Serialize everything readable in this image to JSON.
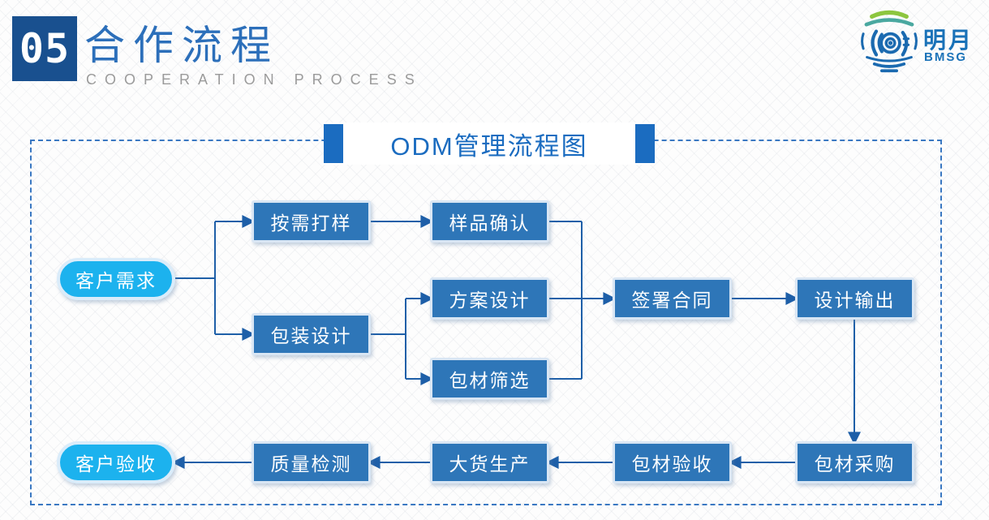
{
  "header": {
    "section_number": "05",
    "title_zh": "合作流程",
    "title_en": "COOPERATION PROCESS",
    "logo_text": "明月",
    "logo_sub": "BMSG"
  },
  "diagram": {
    "title": "ODM管理流程图",
    "nodes": [
      {
        "id": "customer-demand",
        "label": "客户需求",
        "shape": "pill"
      },
      {
        "id": "sample-on-demand",
        "label": "按需打样",
        "shape": "rect"
      },
      {
        "id": "sample-confirmation",
        "label": "样品确认",
        "shape": "rect"
      },
      {
        "id": "packaging-design",
        "label": "包装设计",
        "shape": "rect"
      },
      {
        "id": "scheme-design",
        "label": "方案设计",
        "shape": "rect"
      },
      {
        "id": "material-screening",
        "label": "包材筛选",
        "shape": "rect"
      },
      {
        "id": "contract-signing",
        "label": "签署合同",
        "shape": "rect"
      },
      {
        "id": "design-output",
        "label": "设计输出",
        "shape": "rect"
      },
      {
        "id": "material-procurement",
        "label": "包材采购",
        "shape": "rect"
      },
      {
        "id": "material-acceptance",
        "label": "包材验收",
        "shape": "rect"
      },
      {
        "id": "bulk-production",
        "label": "大货生产",
        "shape": "rect"
      },
      {
        "id": "quality-inspection",
        "label": "质量检测",
        "shape": "rect"
      },
      {
        "id": "customer-acceptance",
        "label": "客户验收",
        "shape": "pill"
      }
    ],
    "edges": [
      {
        "from": "客户需求",
        "to": "按需打样"
      },
      {
        "from": "客户需求",
        "to": "包装设计"
      },
      {
        "from": "按需打样",
        "to": "样品确认"
      },
      {
        "from": "样品确认",
        "to": "签署合同"
      },
      {
        "from": "包装设计",
        "to": "方案设计"
      },
      {
        "from": "包装设计",
        "to": "包材筛选"
      },
      {
        "from": "方案设计",
        "to": "签署合同"
      },
      {
        "from": "包材筛选",
        "to": "签署合同"
      },
      {
        "from": "签署合同",
        "to": "设计输出"
      },
      {
        "from": "设计输出",
        "to": "包材采购"
      },
      {
        "from": "包材采购",
        "to": "包材验收"
      },
      {
        "from": "包材验收",
        "to": "大货生产"
      },
      {
        "from": "大货生产",
        "to": "质量检测"
      },
      {
        "from": "质量检测",
        "to": "客户验收"
      }
    ]
  },
  "colors": {
    "box_blue": "#2e76b8",
    "badge_dark_blue": "#19508f",
    "pill_cyan": "#1cb2ee",
    "connector_blue": "#1e5fa8",
    "title_blue": "#1b6cc0",
    "header_title_blue": "#2c6fba",
    "subtitle_gray": "#9b9b9b",
    "logo_blue": "#1a72b8",
    "logo_green": "#8dc63f"
  }
}
